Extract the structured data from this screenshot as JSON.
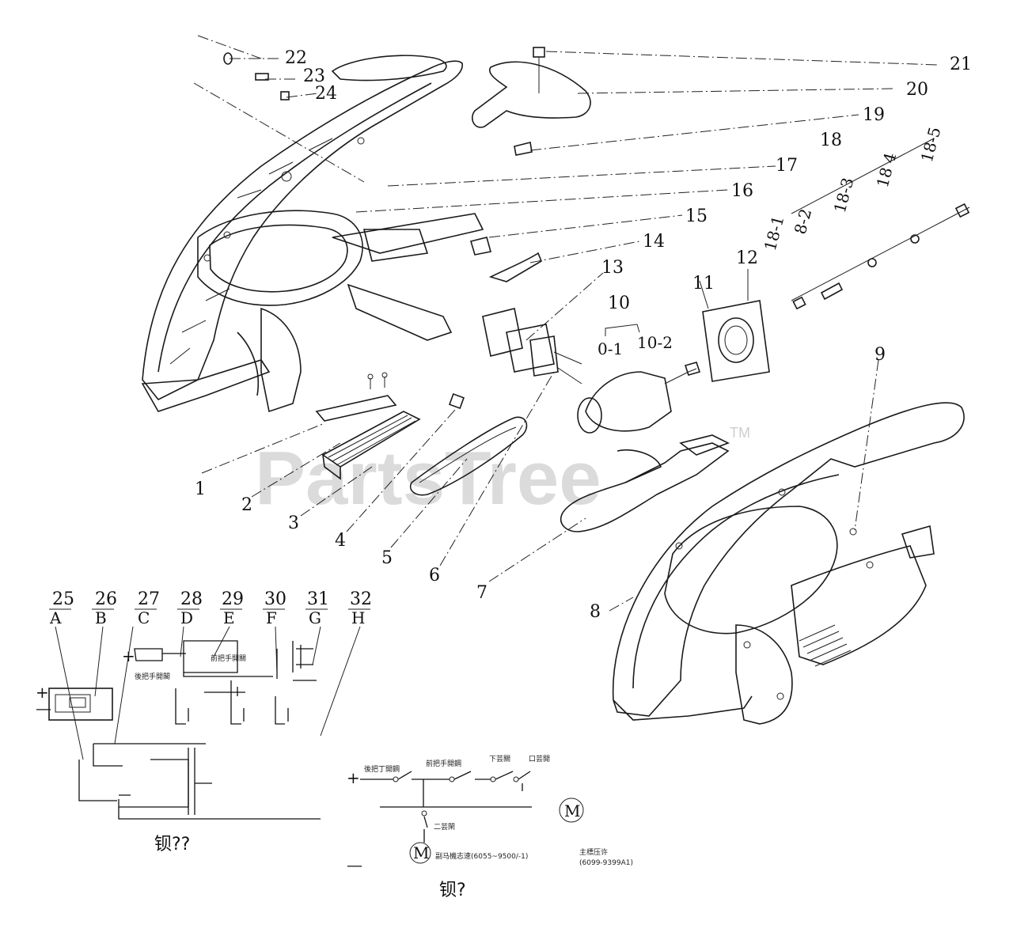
{
  "callouts": {
    "c1": "1",
    "c2": "2",
    "c3": "3",
    "c4": "4",
    "c5": "5",
    "c6": "6",
    "c7": "7",
    "c8": "8",
    "c9": "9",
    "c10": "10",
    "c10_1": "0-1",
    "c10_2": "10-2",
    "c11": "11",
    "c12": "12",
    "c13": "13",
    "c14": "14",
    "c15": "15",
    "c16": "16",
    "c17": "17",
    "c18": "18",
    "c18_1": "18-1",
    "c18_2": "8-2",
    "c18_3": "18-3",
    "c18_4": "18 4",
    "c18_5": "18-5",
    "c19": "19",
    "c20": "20",
    "c21": "21",
    "c22": "22",
    "c23": "23",
    "c24": "24"
  },
  "schematic_columns": [
    {
      "num": "25",
      "letter": "A"
    },
    {
      "num": "26",
      "letter": "B"
    },
    {
      "num": "27",
      "letter": "C"
    },
    {
      "num": "28",
      "letter": "D"
    },
    {
      "num": "29",
      "letter": "E"
    },
    {
      "num": "30",
      "letter": "F"
    },
    {
      "num": "31",
      "letter": "G"
    },
    {
      "num": "32",
      "letter": "H"
    }
  ],
  "schematic_left": {
    "plus": "+",
    "minus": "—",
    "switch_c_label": "後把手開閣",
    "switch_e_label": "前把手開關",
    "caption": "钡??"
  },
  "circuit": {
    "plus": "+",
    "minus": "—",
    "sw1": "後把丁開鋼",
    "sw2": "前把手開鋼",
    "sw3": "下芸關",
    "sw4": "口芸開",
    "sw5": "二芸閑",
    "motor_symbol": "M",
    "motor_line": "副马機志速(6055~9500/-1)",
    "main_label": "主標压许",
    "main_sub": "(6099-9399A1)",
    "caption": "钡?"
  },
  "watermark": {
    "text": "PartsTree",
    "tm": "TM"
  }
}
